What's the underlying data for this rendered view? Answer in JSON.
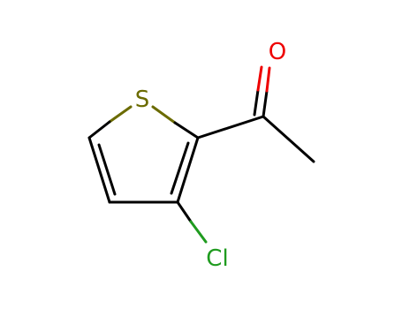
{
  "molecule": {
    "atoms": [
      {
        "id": "S1",
        "symbol": "S",
        "color": "#6b6b00"
      },
      {
        "id": "O1",
        "symbol": "O",
        "color": "#ee0000"
      },
      {
        "id": "Cl1",
        "symbol": "Cl",
        "color": "#1f9b1f"
      }
    ],
    "bond_color": "#000000"
  }
}
